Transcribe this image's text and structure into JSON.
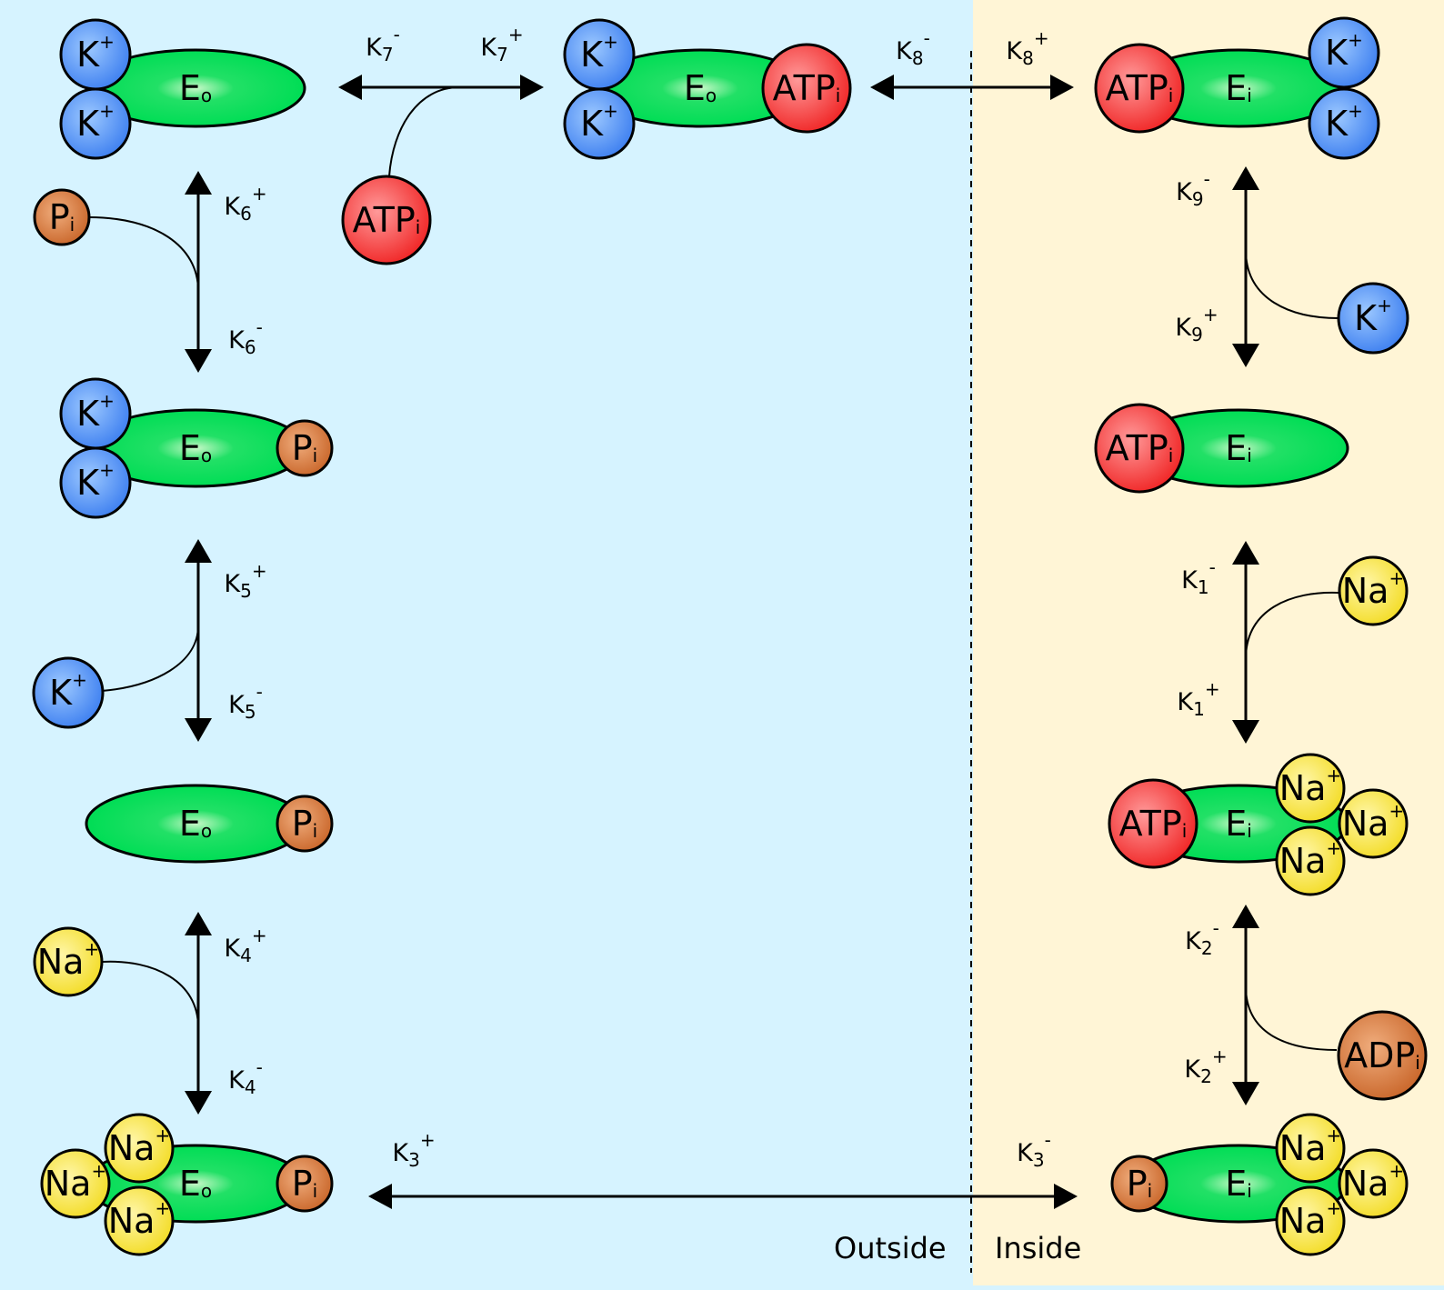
{
  "colors": {
    "outside_bg": "#d6f3ff",
    "inside_bg": "#fff5d6",
    "enzyme": "#00dd55",
    "enzyme_center": "#c8f8c8",
    "potassium": "#3d7ff0",
    "sodium": "#f3dc25",
    "atp": "#ff3030",
    "phosphate": "#d0712f",
    "adp": "#d0712f"
  },
  "regions": {
    "outside": "Outside",
    "inside": "Inside"
  },
  "species": {
    "enzyme_outside": {
      "main": "E",
      "sub": "o"
    },
    "enzyme_inside": {
      "main": "E",
      "sub": "i"
    },
    "potassium": {
      "main": "K",
      "sup": "+"
    },
    "sodium": {
      "main": "Na",
      "sup": "+"
    },
    "atp": {
      "main": "ATP",
      "sub": "i"
    },
    "adp": {
      "main": "ADP",
      "sub": "i"
    },
    "phosphate": {
      "main": "P",
      "sub": "i"
    }
  },
  "rates": {
    "k1_minus": {
      "main": "K",
      "sub": "1",
      "sup": "-"
    },
    "k1_plus": {
      "main": "K",
      "sub": "1",
      "sup": "+"
    },
    "k2_minus": {
      "main": "K",
      "sub": "2",
      "sup": "-"
    },
    "k2_plus": {
      "main": "K",
      "sub": "2",
      "sup": "+"
    },
    "k3_plus": {
      "main": "K",
      "sub": "3",
      "sup": "+"
    },
    "k3_minus": {
      "main": "K",
      "sub": "3",
      "sup": "-"
    },
    "k4_plus": {
      "main": "K",
      "sub": "4",
      "sup": "+"
    },
    "k4_minus": {
      "main": "K",
      "sub": "4",
      "sup": "-"
    },
    "k5_plus": {
      "main": "K",
      "sub": "5",
      "sup": "+"
    },
    "k5_minus": {
      "main": "K",
      "sub": "5",
      "sup": "-"
    },
    "k6_plus": {
      "main": "K",
      "sub": "6",
      "sup": "+"
    },
    "k6_minus": {
      "main": "K",
      "sub": "6",
      "sup": "-"
    },
    "k7_minus": {
      "main": "K",
      "sub": "7",
      "sup": "-"
    },
    "k7_plus": {
      "main": "K",
      "sub": "7",
      "sup": "+"
    },
    "k8_minus": {
      "main": "K",
      "sub": "8",
      "sup": "-"
    },
    "k8_plus": {
      "main": "K",
      "sub": "8",
      "sup": "+"
    },
    "k9_minus": {
      "main": "K",
      "sub": "9",
      "sup": "-"
    },
    "k9_plus": {
      "main": "K",
      "sub": "9",
      "sup": "+"
    }
  }
}
